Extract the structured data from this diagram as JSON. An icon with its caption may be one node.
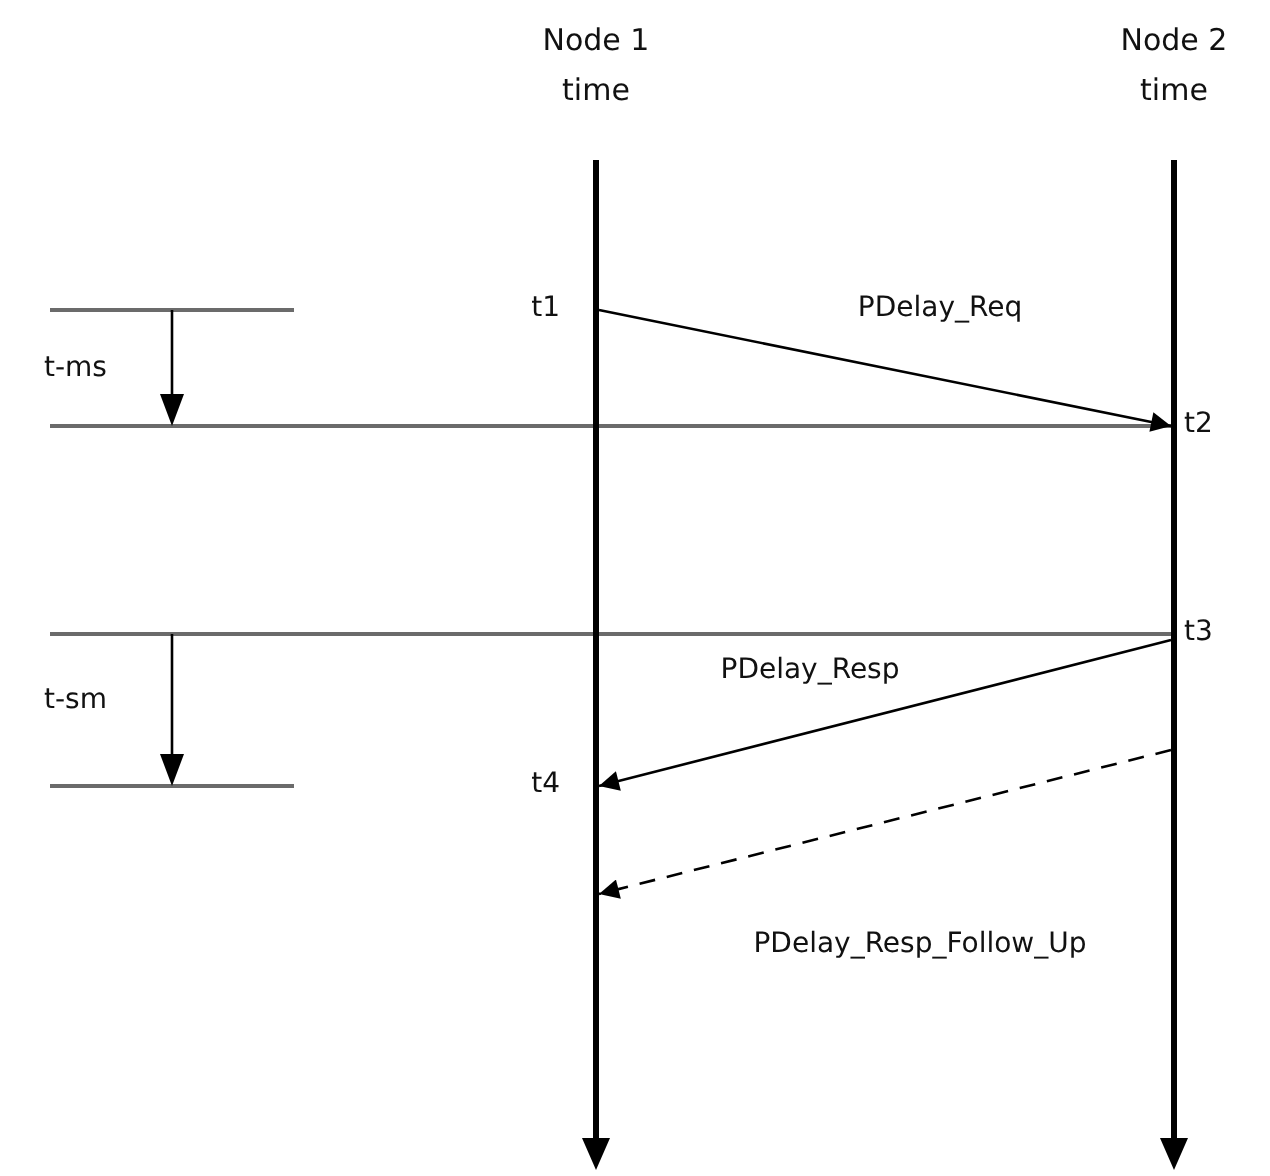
{
  "diagram": {
    "nodes": [
      {
        "text": [
          "Node 1 time"
        ]
      },
      {
        "text": [
          "Node 2 time"
        ]
      }
    ],
    "edges": [
      {
        "from": 0,
        "to": 1,
        "arrow": "to",
        "label": "PDelay_Req"
      },
      {
        "from": 1,
        "to": 0,
        "arrow": "to",
        "label": "PDelay_Resp"
      },
      {
        "from": 1,
        "to": 0,
        "arrow": "to",
        "label": "PDelay_Resp_Follow_Up",
        "style": "dashed"
      }
    ],
    "labels": [
      "t1",
      "t-ms",
      "t2",
      "t3",
      "t-sm",
      "t4"
    ]
  }
}
